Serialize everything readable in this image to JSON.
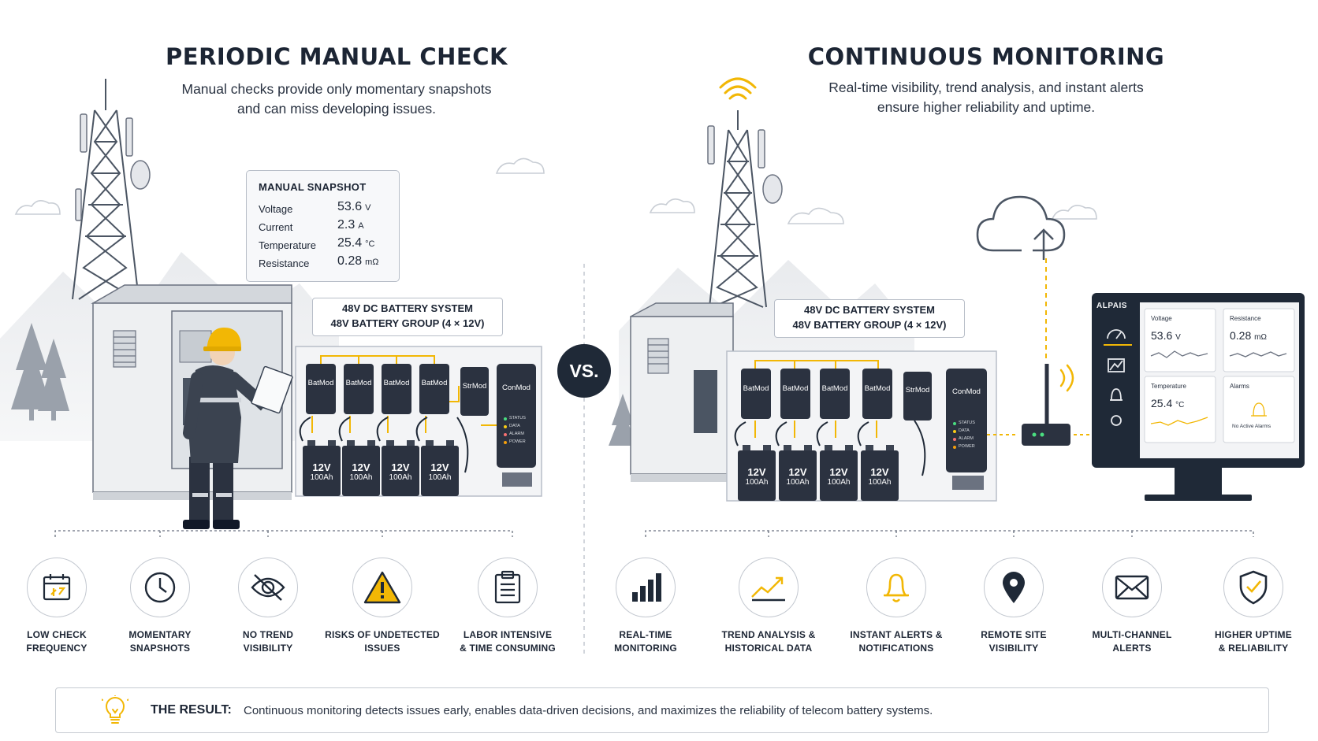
{
  "left": {
    "title": "PERIODIC MANUAL CHECK",
    "subtitle_line1": "Manual checks provide only momentary snapshots",
    "subtitle_line2": "and can miss developing issues."
  },
  "right": {
    "title": "CONTINUOUS MONITORING",
    "subtitle_line1": "Real-time visibility, trend analysis, and instant alerts",
    "subtitle_line2": "ensure higher reliability and uptime."
  },
  "snapshot": {
    "heading": "MANUAL SNAPSHOT",
    "rows": [
      {
        "label": "Voltage",
        "value": "53.6",
        "unit": "V"
      },
      {
        "label": "Current",
        "value": "2.3",
        "unit": "A"
      },
      {
        "label": "Temperature",
        "value": "25.4",
        "unit": "°C"
      },
      {
        "label": "Resistance",
        "value": "0.28",
        "unit": "mΩ"
      }
    ]
  },
  "battery_system": {
    "line1": "48V DC BATTERY SYSTEM",
    "line2": "48V BATTERY GROUP (4 × 12V)",
    "module_label": "BatMod",
    "string_module_label": "StrMod",
    "controller_label": "ConMod",
    "battery_voltage": "12V",
    "battery_capacity": "100Ah",
    "leds": [
      "STATUS",
      "DATA",
      "ALARM",
      "POWER"
    ]
  },
  "vs_label": "VS.",
  "dashboard": {
    "brand": "ALPAIS",
    "cards": [
      {
        "title": "Voltage",
        "value": "53.6",
        "unit": "V"
      },
      {
        "title": "Resistance",
        "value": "0.28",
        "unit": "mΩ"
      },
      {
        "title": "Temperature",
        "value": "25.4",
        "unit": "°C"
      },
      {
        "title": "Alarms",
        "value": "No Active Alarms",
        "unit": ""
      }
    ]
  },
  "left_features": [
    {
      "icon": "calendar-icon",
      "line1": "LOW CHECK",
      "line2": "FREQUENCY"
    },
    {
      "icon": "clock-icon",
      "line1": "MOMENTARY",
      "line2": "SNAPSHOTS"
    },
    {
      "icon": "eye-off-icon",
      "line1": "NO TREND",
      "line2": "VISIBILITY"
    },
    {
      "icon": "warning-icon",
      "line1": "RISKS OF UNDETECTED",
      "line2": "ISSUES"
    },
    {
      "icon": "clipboard-icon",
      "line1": "LABOR INTENSIVE",
      "line2": "& TIME CONSUMING"
    }
  ],
  "right_features": [
    {
      "icon": "bar-chart-icon",
      "line1": "REAL-TIME",
      "line2": "MONITORING"
    },
    {
      "icon": "trend-line-icon",
      "line1": "TREND ANALYSIS &",
      "line2": "HISTORICAL DATA"
    },
    {
      "icon": "bell-icon",
      "line1": "INSTANT ALERTS &",
      "line2": "NOTIFICATIONS"
    },
    {
      "icon": "location-pin-icon",
      "line1": "REMOTE SITE",
      "line2": "VISIBILITY"
    },
    {
      "icon": "envelope-icon",
      "line1": "MULTI-CHANNEL",
      "line2": "ALERTS"
    },
    {
      "icon": "shield-check-icon",
      "line1": "HIGHER UPTIME",
      "line2": "& RELIABILITY"
    }
  ],
  "result": {
    "label": "THE RESULT:",
    "text": "Continuous monitoring detects issues early, enables data-driven decisions, and maximizes the reliability of telecom battery systems."
  },
  "colors": {
    "accent_yellow": "#f2b705",
    "dark": "#1f2937",
    "module": "#2b3240",
    "line_gray": "#8a93a0"
  }
}
